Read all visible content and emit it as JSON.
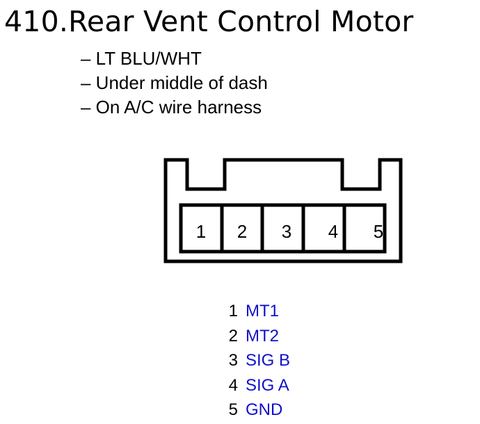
{
  "title": "410.Rear Vent Control Motor",
  "notes": [
    "– LT BLU/WHT",
    "– Under middle of dash",
    "– On A/C wire harness"
  ],
  "connector": {
    "pins": [
      "1",
      "2",
      "3",
      "4",
      "5"
    ]
  },
  "pinout": [
    {
      "pin": "1",
      "signal": "MT1"
    },
    {
      "pin": "2",
      "signal": "MT2"
    },
    {
      "pin": "3",
      "signal": "SIG B"
    },
    {
      "pin": "4",
      "signal": "SIG A"
    },
    {
      "pin": "5",
      "signal": "GND"
    }
  ],
  "colors": {
    "signal": "#1010cc",
    "text": "#000000"
  }
}
